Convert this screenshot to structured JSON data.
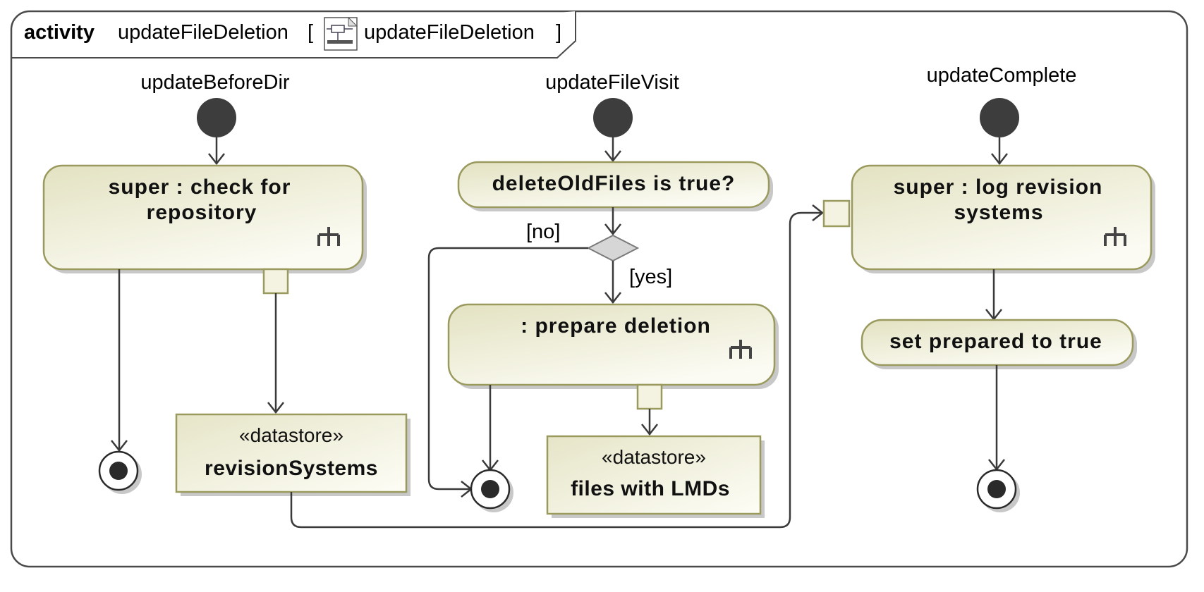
{
  "frame": {
    "keyword": "activity",
    "name": "updateFileDeletion",
    "open_bracket": "[",
    "diagram_name": "updateFileDeletion",
    "close_bracket": "]"
  },
  "initial_nodes": {
    "update_before_dir": "updateBeforeDir",
    "update_file_visit": "updateFileVisit",
    "update_complete": "updateComplete"
  },
  "actions": {
    "check_repository": {
      "line1": "super : check for",
      "line2": "repository"
    },
    "delete_old_files": {
      "label": "deleteOldFiles is true?"
    },
    "prepare_deletion": {
      "label": ": prepare deletion"
    },
    "log_revision": {
      "line1": "super : log revision",
      "line2": "systems"
    },
    "set_prepared": {
      "label": "set prepared to true"
    }
  },
  "datastores": {
    "revision_systems": {
      "stereotype": "«datastore»",
      "name": "revisionSystems"
    },
    "files_with_lmds": {
      "stereotype": "«datastore»",
      "name": "files with LMDs"
    }
  },
  "guards": {
    "no": "[no]",
    "yes": "[yes]"
  },
  "icons": {
    "diagram": "activity-diagram-icon",
    "call_behavior": "call-behavior-rake-icon"
  }
}
